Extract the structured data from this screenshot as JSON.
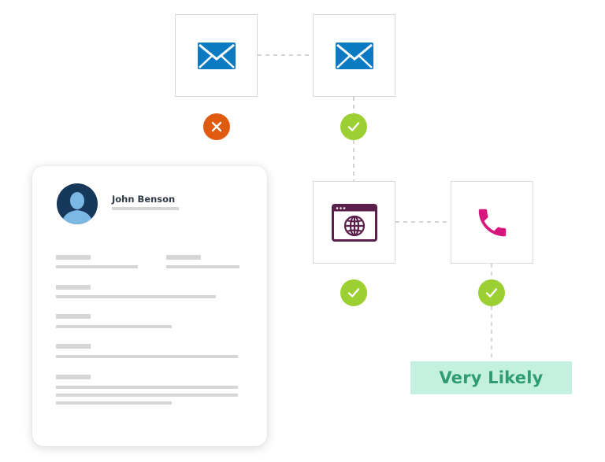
{
  "profile": {
    "name": "John Benson"
  },
  "result": {
    "label": "Very Likely"
  },
  "channels": [
    {
      "id": "email-1",
      "icon": "envelope-icon",
      "status": "failed"
    },
    {
      "id": "email-2",
      "icon": "envelope-icon",
      "status": "verified"
    },
    {
      "id": "web",
      "icon": "browser-globe-icon",
      "status": "verified"
    },
    {
      "id": "phone",
      "icon": "phone-icon",
      "status": "verified"
    }
  ],
  "colors": {
    "email": "#0a7bc2",
    "web": "#5a1f4a",
    "phone": "#d6157d",
    "fail": "#e05a10",
    "ok": "#9ccf31",
    "result_bg": "#c4f1df",
    "result_text": "#2f9b70",
    "avatar_bg": "#15385b",
    "avatar_fg": "#7db7e3"
  }
}
